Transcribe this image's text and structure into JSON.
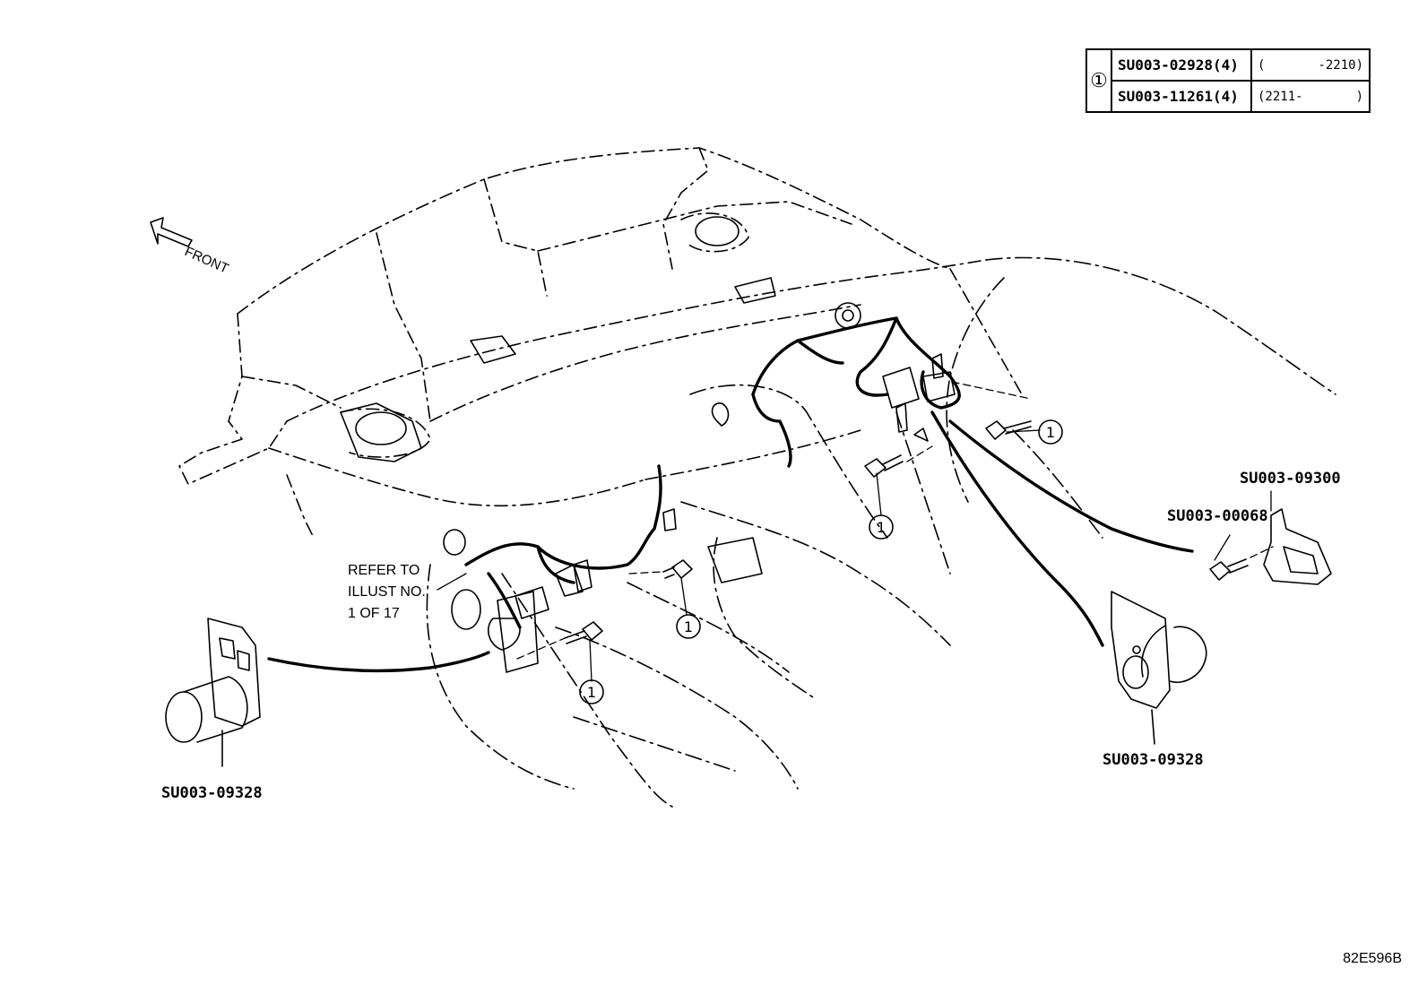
{
  "legend": {
    "callout": "①",
    "rows": [
      {
        "part": "SU003-02928(4)",
        "range": "(       -2210)"
      },
      {
        "part": "SU003-11261(4)",
        "range": "(2211-       )"
      }
    ]
  },
  "front_label": "FRONT",
  "refer_note": [
    "REFER TO",
    "ILLUST NO.",
    "1 OF 17"
  ],
  "parts": {
    "bracket_right": "SU003-09300",
    "bolt_right": "SU003-00068",
    "unit_right": "SU003-09328",
    "unit_left": "SU003-09328"
  },
  "callouts": [
    "1",
    "1",
    "1",
    "1"
  ],
  "drawing_code": "82E596B",
  "colors": {
    "line": "#000000",
    "background": "#ffffff"
  }
}
